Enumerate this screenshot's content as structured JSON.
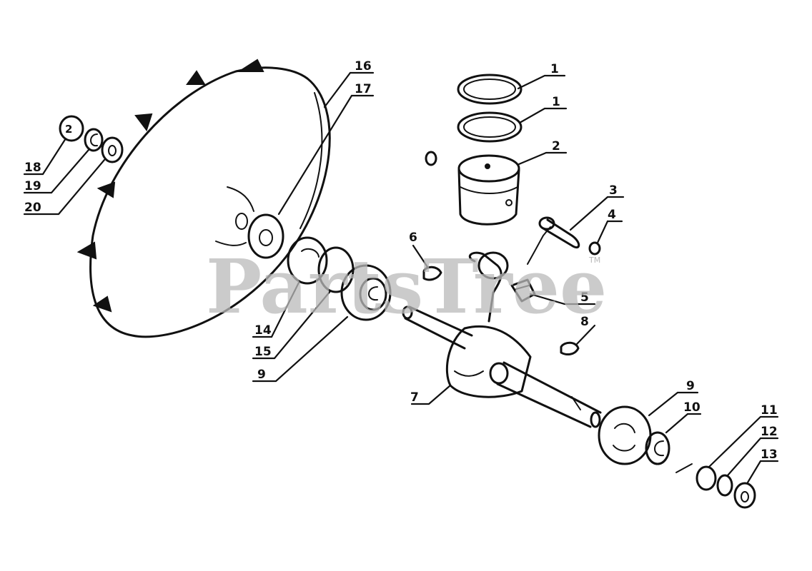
{
  "watermark": {
    "text": "PartsTree",
    "trademark": "TM"
  },
  "callouts": [
    "1",
    "1",
    "2",
    "3",
    "4",
    "5",
    "6",
    "7",
    "8",
    "9",
    "10",
    "11",
    "12",
    "13",
    "14",
    "15",
    "16",
    "17",
    "18",
    "19",
    "20",
    "9"
  ],
  "colors": {
    "ink": "#111111",
    "background": "#ffffff",
    "watermark": "#b9b9b9"
  }
}
